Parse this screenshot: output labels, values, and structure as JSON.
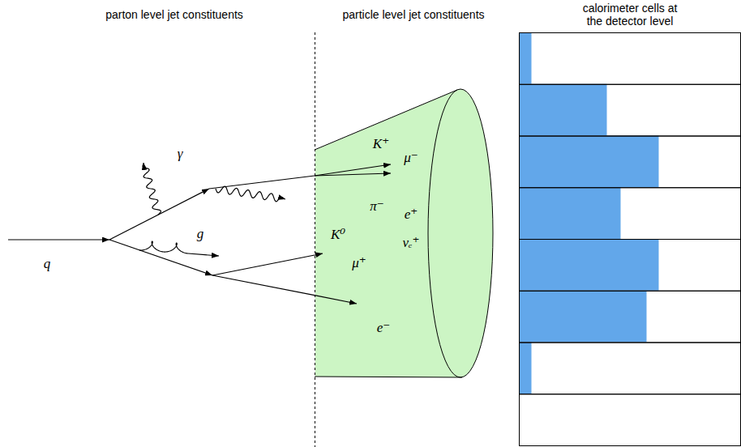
{
  "diagram": {
    "nodes": [
      {
        "text": [
          "K⁺",
          "μ⁻",
          "π⁻",
          "e⁺",
          "K⁰",
          "νₑ⁺",
          "μ⁺",
          "e⁻"
        ]
      },
      {
        "text": [
          "calorimeter cells at the detector level"
        ]
      }
    ],
    "labels": [
      "parton level jet constituents",
      "particle level jet constituents",
      "γ",
      "g",
      "q"
    ]
  }
}
